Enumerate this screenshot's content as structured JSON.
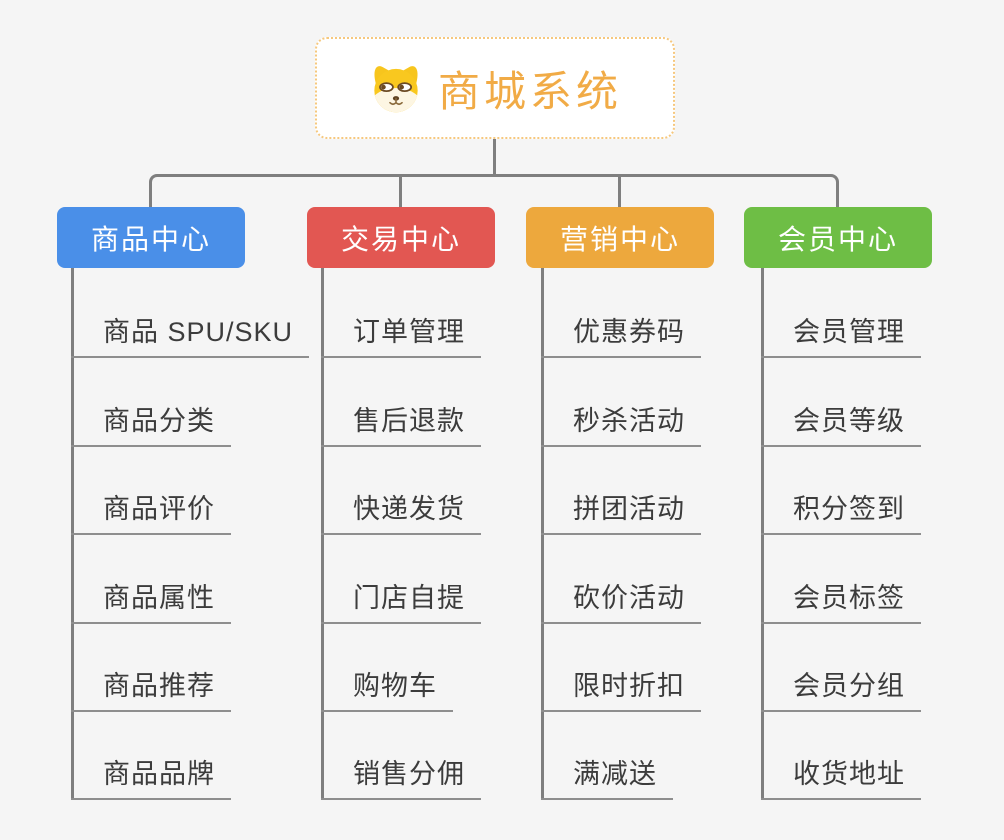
{
  "canvas": {
    "background": "#f5f5f5",
    "connector_color": "#7f7f7f",
    "leaf_line_color": "#8e8e8e",
    "leaf_text_color": "#3c3c3c"
  },
  "root": {
    "label": "商城系统",
    "icon": "shiba-dog-icon",
    "text_color": "#f1ab46",
    "border_color": "#f6c87e",
    "background": "#ffffff"
  },
  "branches": [
    {
      "label": "商品中心",
      "color": "#4a8fe8",
      "children": [
        "商品 SPU/SKU",
        "商品分类",
        "商品评价",
        "商品属性",
        "商品推荐",
        "商品品牌"
      ]
    },
    {
      "label": "交易中心",
      "color": "#e25752",
      "children": [
        "订单管理",
        "售后退款",
        "快递发货",
        "门店自提",
        "购物车",
        "销售分佣"
      ]
    },
    {
      "label": "营销中心",
      "color": "#eda83d",
      "children": [
        "优惠券码",
        "秒杀活动",
        "拼团活动",
        "砍价活动",
        "限时折扣",
        "满减送"
      ]
    },
    {
      "label": "会员中心",
      "color": "#6ebe45",
      "children": [
        "会员管理",
        "会员等级",
        "积分签到",
        "会员标签",
        "会员分组",
        "收货地址"
      ]
    }
  ]
}
